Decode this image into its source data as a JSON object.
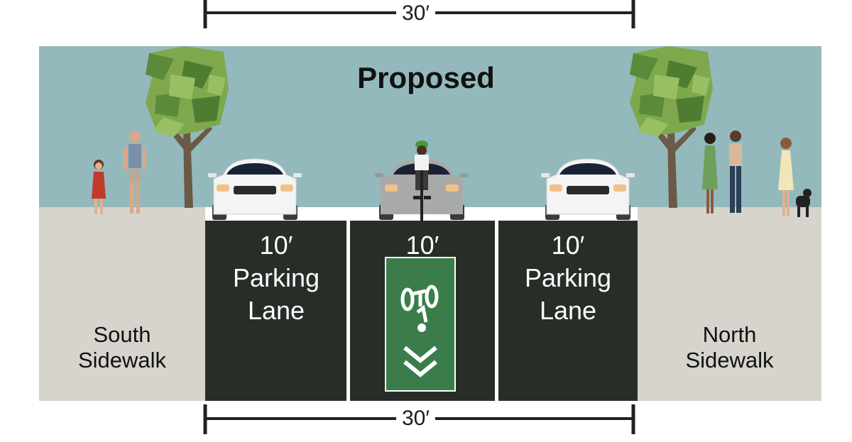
{
  "top_dimension": {
    "label": "30′"
  },
  "bottom_dimension": {
    "label": "30′"
  },
  "title": "Proposed",
  "south_sidewalk": {
    "line1": "South",
    "line2": "Sidewalk"
  },
  "north_sidewalk": {
    "line1": "North",
    "line2": "Sidewalk"
  },
  "lanes": [
    {
      "width": "10′",
      "line1": "Parking",
      "line2": "Lane"
    },
    {
      "width": "10′",
      "line1": "",
      "line2": ""
    },
    {
      "width": "10′",
      "line1": "Parking",
      "line2": "Lane"
    }
  ],
  "colors": {
    "sky": "#93b9bd",
    "sidewalk": "#d6d4cd",
    "road": "#282d28",
    "bike_lane": "#3a7d4a",
    "dimension_line": "#222222"
  }
}
